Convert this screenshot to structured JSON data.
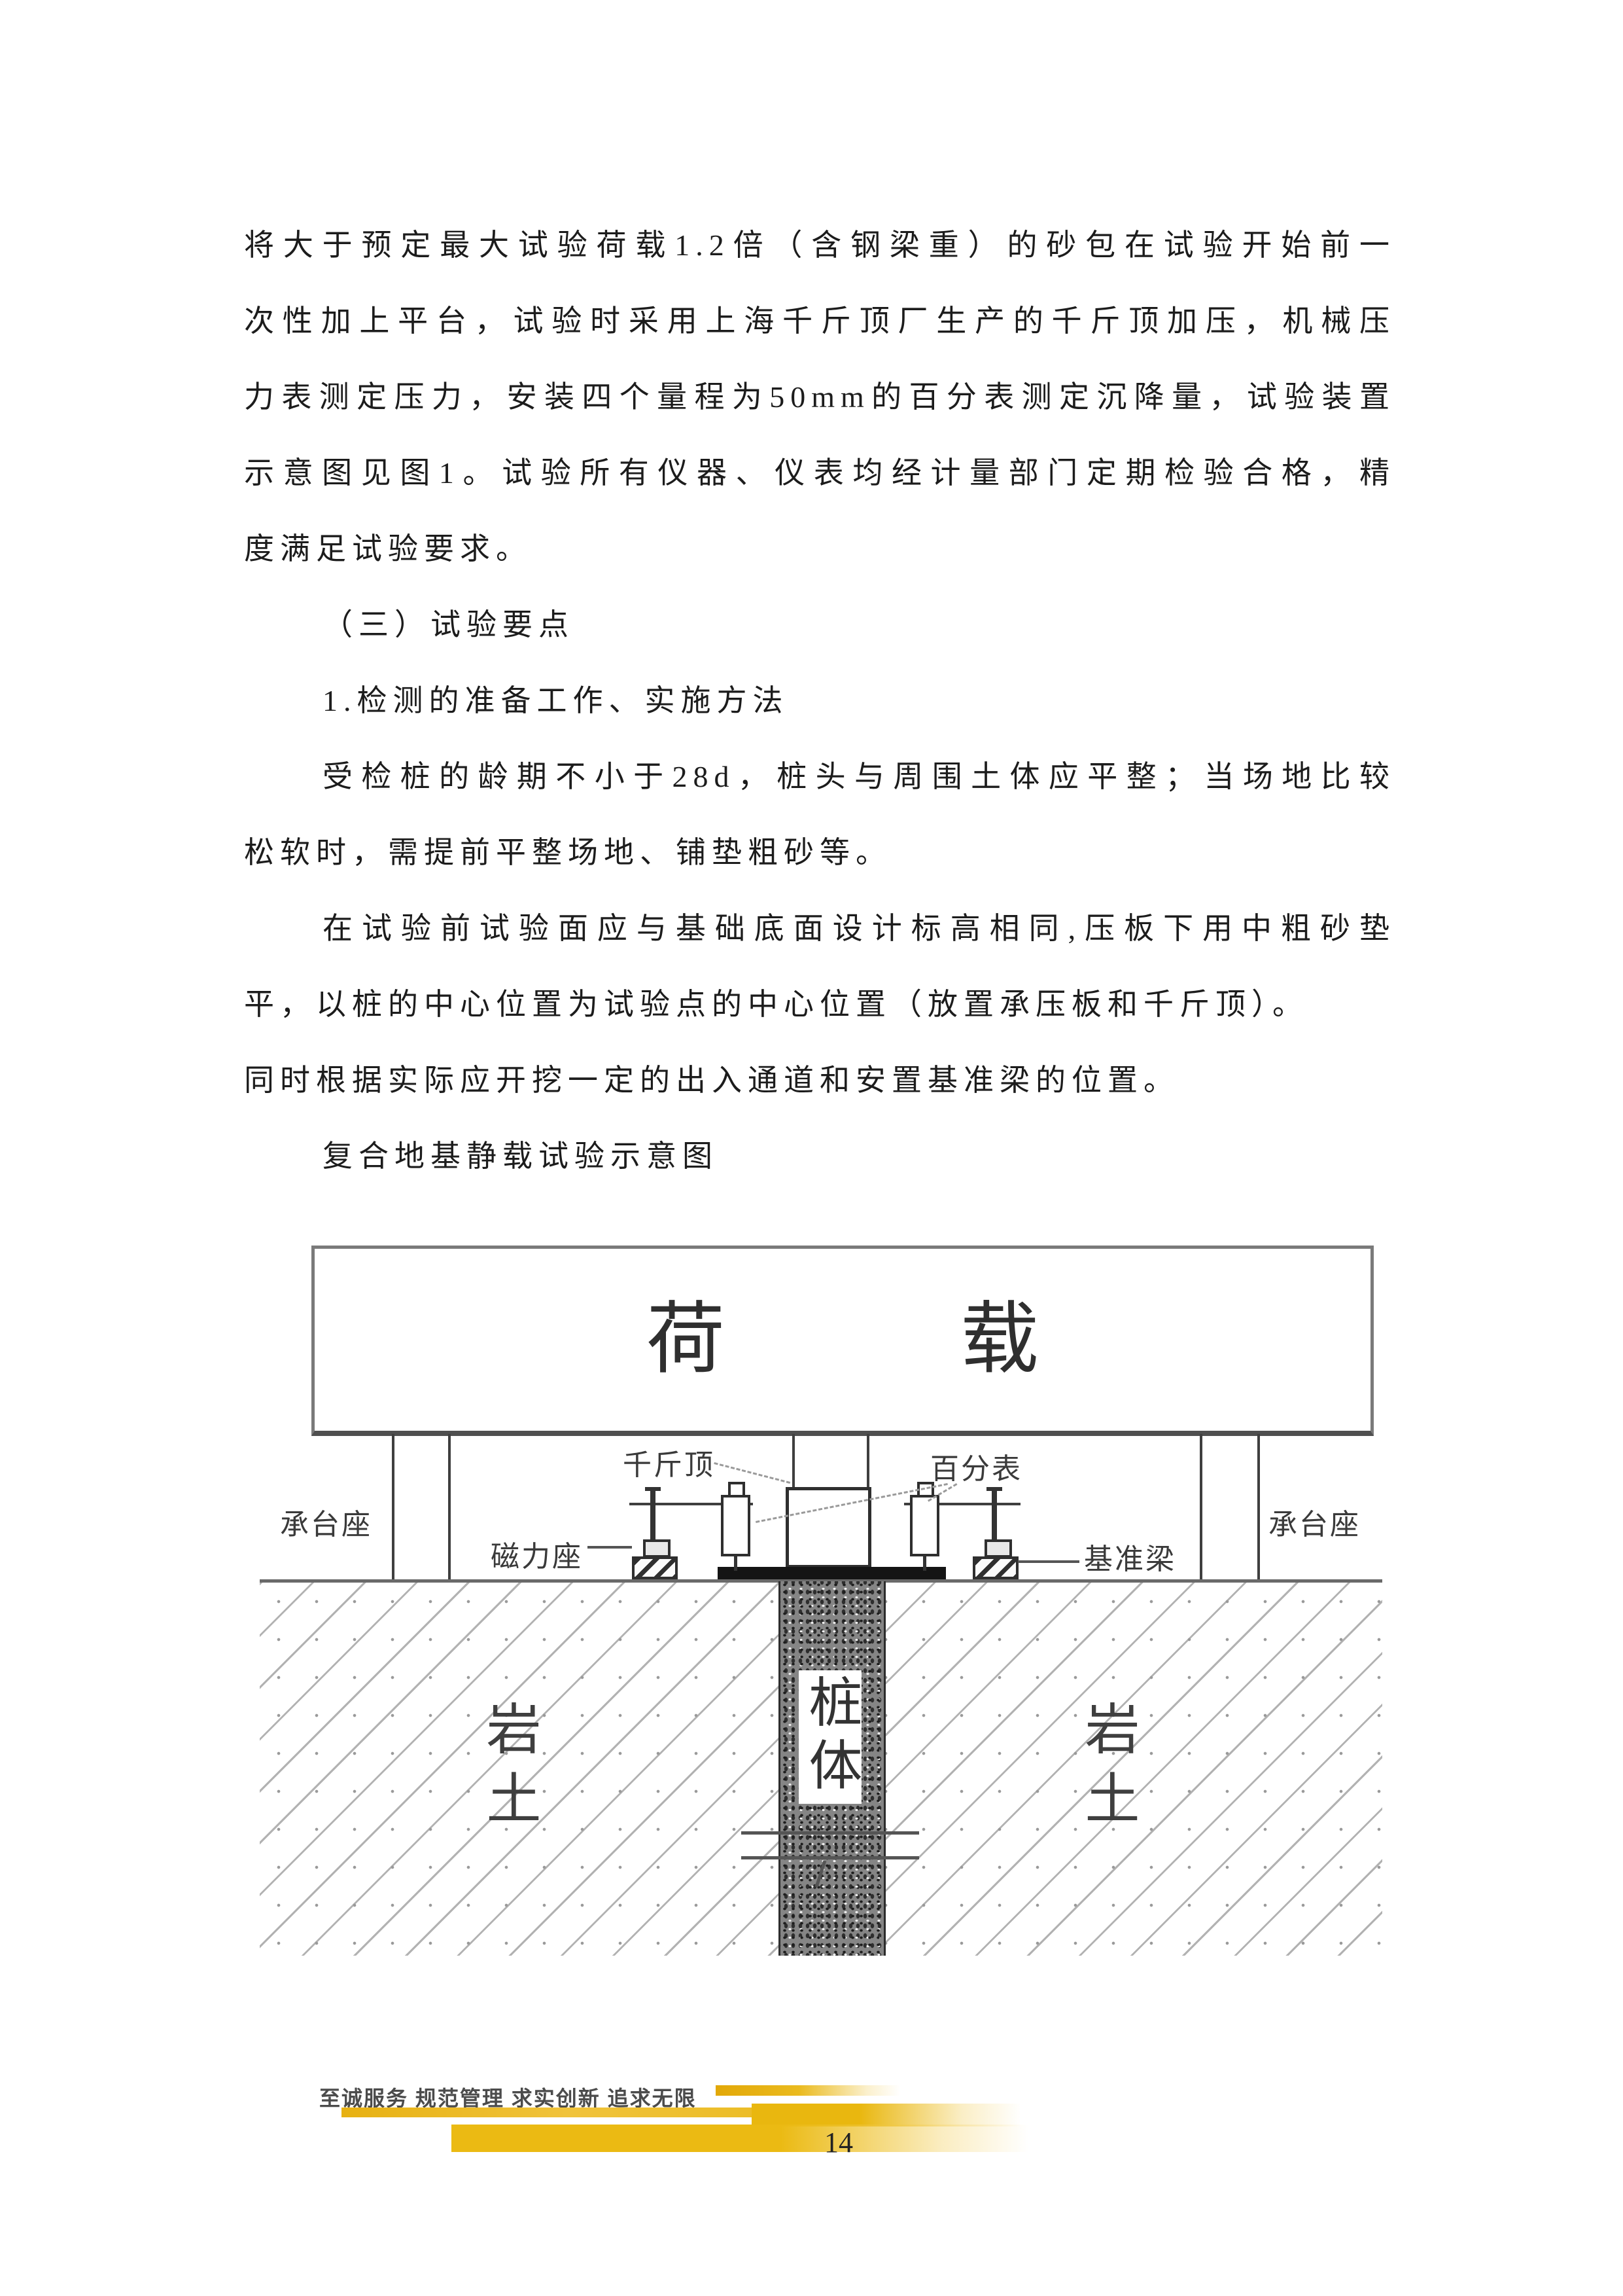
{
  "document": {
    "lines": [
      "将大于预定最大试验荷载1.2倍（含钢梁重）的砂包在试验开始前一",
      "次性加上平台，试验时采用上海千斤顶厂生产的千斤顶加压，机械压",
      "力表测定压力，安装四个量程为50mm的百分表测定沉降量，试验装置",
      "示意图见图1。试验所有仪器、仪表均经计量部门定期检验合格，精",
      "度满足试验要求。",
      "（三）试验要点",
      "1.检测的准备工作、实施方法",
      "受检桩的龄期不小于28d，桩头与周围土体应平整；当场地比较",
      "松软时，需提前平整场地、铺垫粗砂等。",
      "在试验前试验面应与基础底面设计标高相同,压板下用中粗砂垫",
      "平，以桩的中心位置为试验点的中心位置（放置承压板和千斤顶）。",
      "同时根据实际应开挖一定的出入通道和安置基准梁的位置。",
      "复合地基静载试验示意图"
    ]
  },
  "diagram": {
    "load_char_left": "荷",
    "load_char_right": "载",
    "label_jack": "千斤顶",
    "label_dial_gauge": "百分表",
    "label_magnetic_base": "磁力座",
    "label_reference_beam": "基准梁",
    "label_platform_seat_left": "承台座",
    "label_platform_seat_right": "承台座",
    "label_pile_body": "桩体",
    "label_rock_soil_left": "岩土",
    "label_rock_soil_right": "岩土"
  },
  "footer": {
    "slogan": "至诚服务 规范管理 求实创新 追求无限",
    "page_number": "14",
    "accent_color": "#E8B512"
  }
}
